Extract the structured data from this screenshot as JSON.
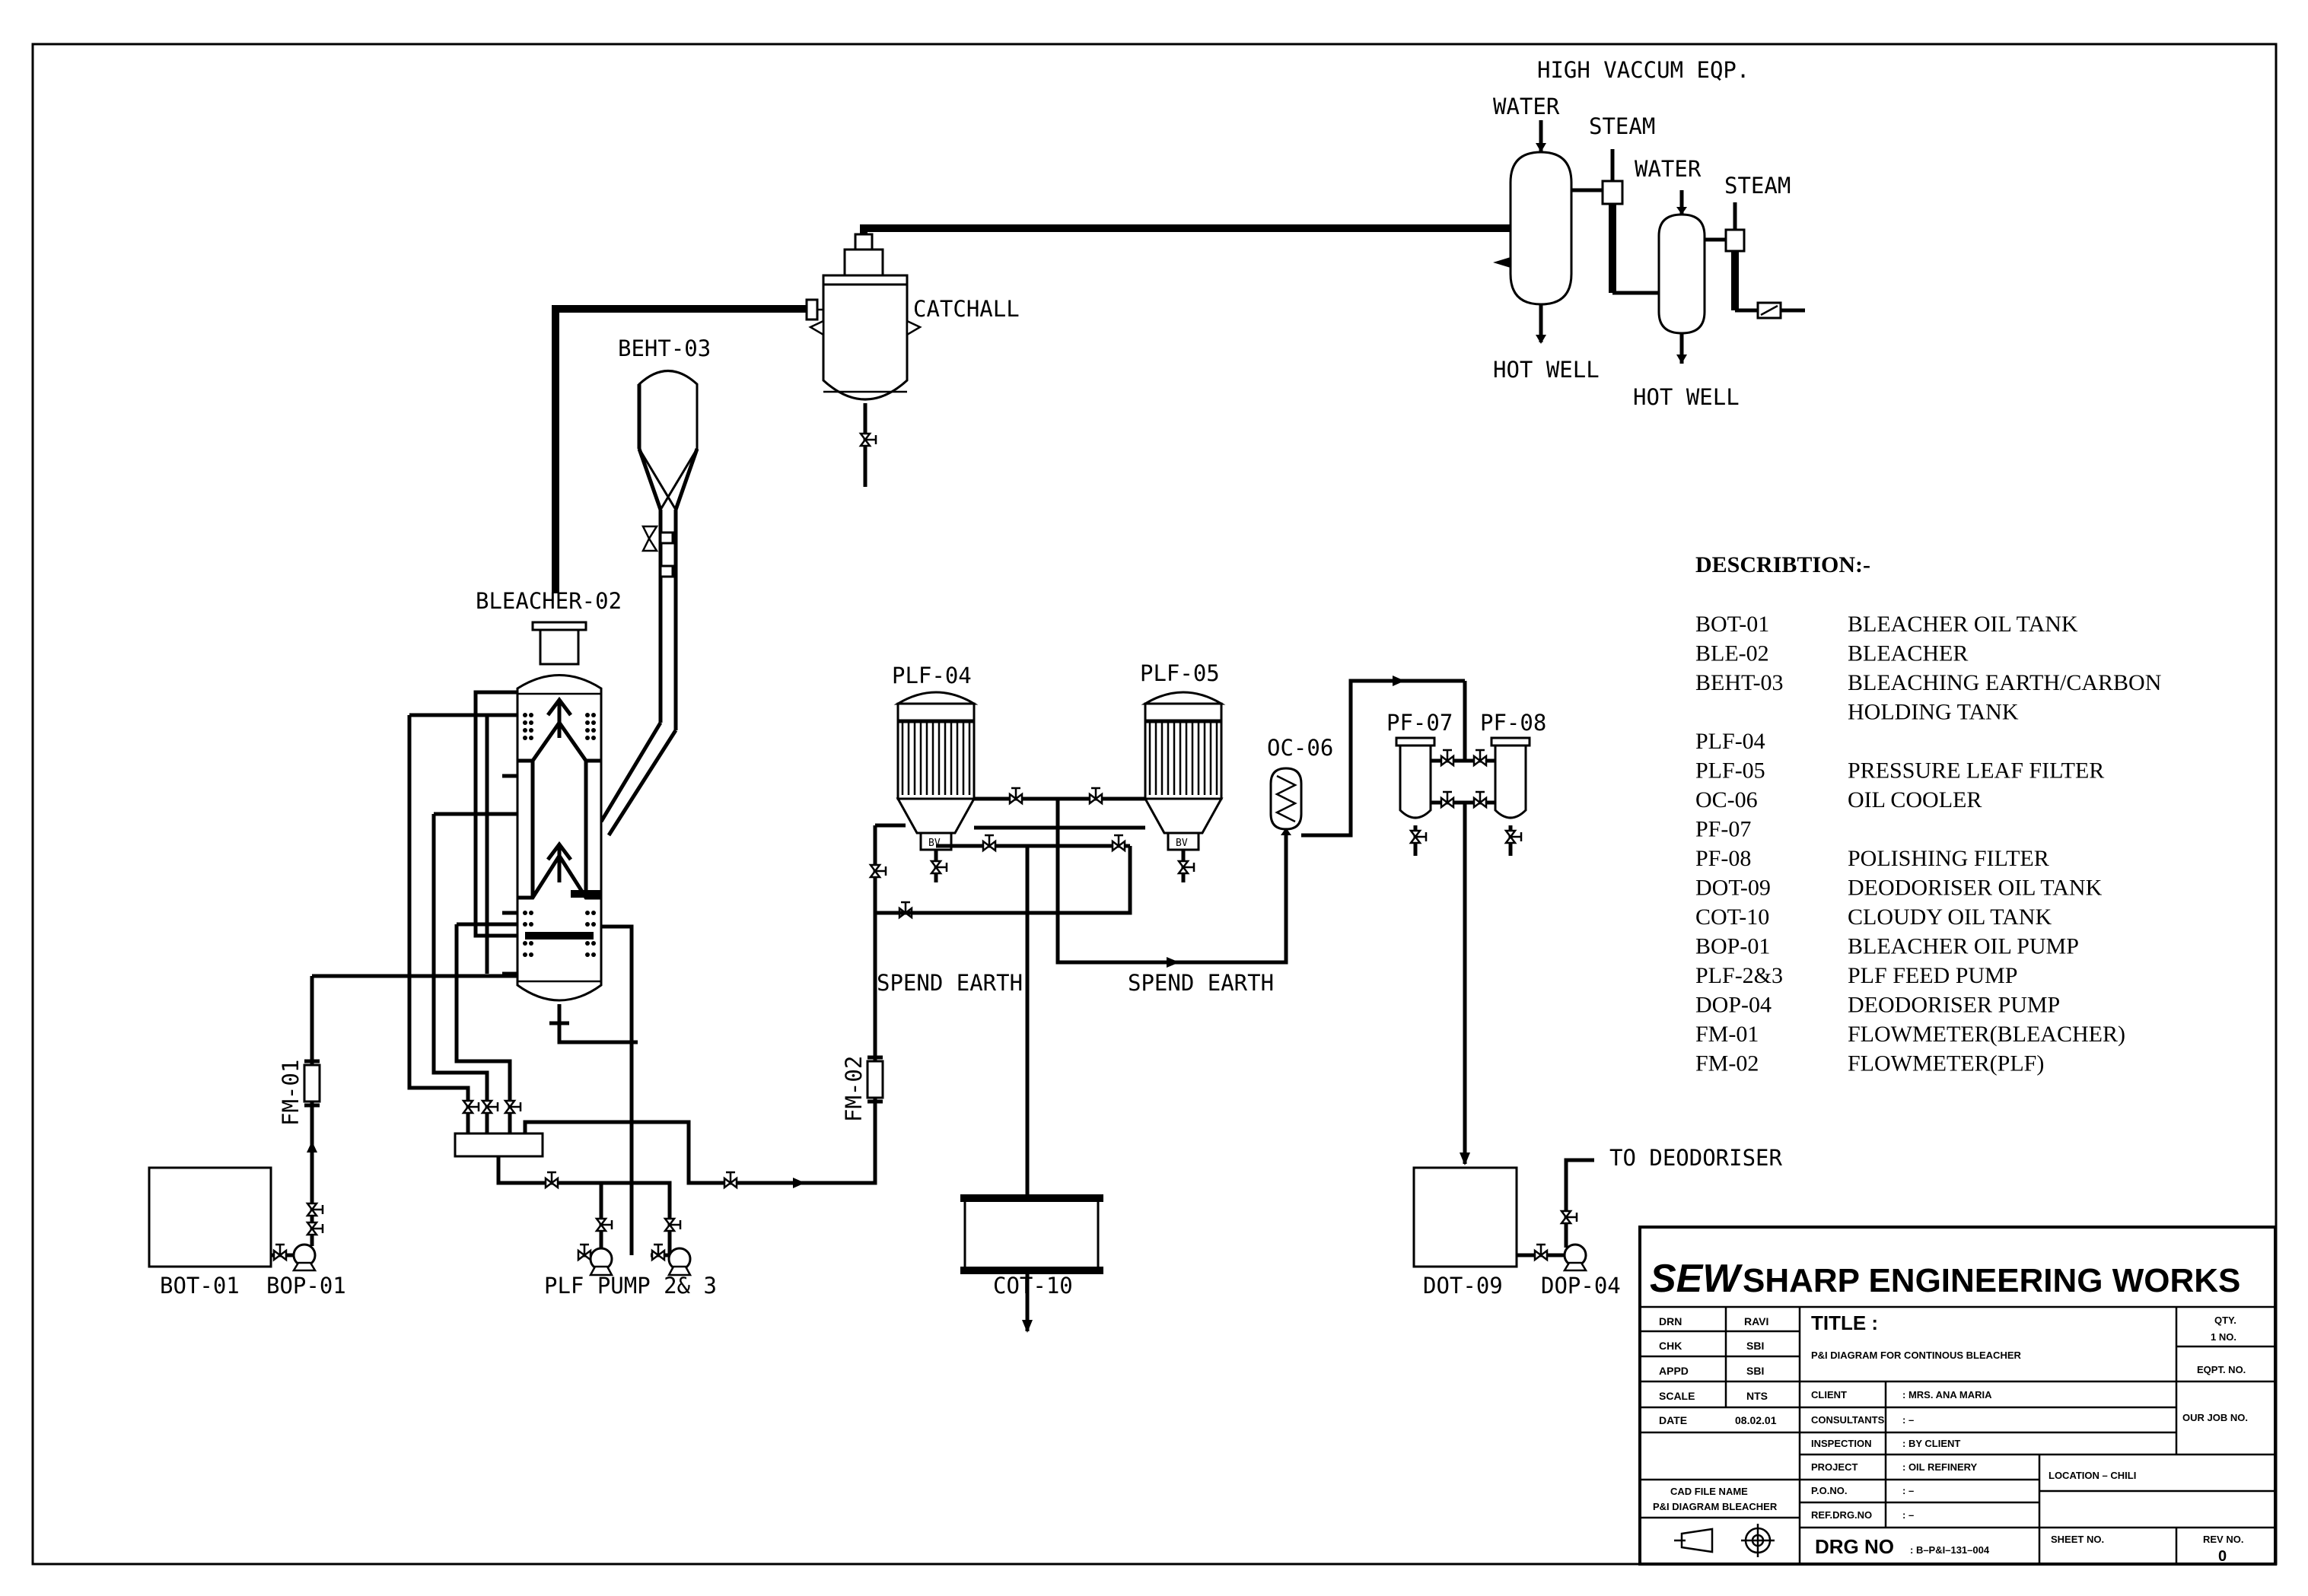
{
  "equipment_labels": {
    "high_vaccum": "HIGH VACCUM EQP.",
    "water_1": "WATER",
    "steam_1": "STEAM",
    "water_2": "WATER",
    "steam_2": "STEAM",
    "hot_well_1": "HOT WELL",
    "hot_well_2": "HOT WELL",
    "catchall": "CATCHALL",
    "beht_03": "BEHT-03",
    "bleacher_02": "BLEACHER-02",
    "plf_04": "PLF-04",
    "plf_05": "PLF-05",
    "oc_06": "OC-06",
    "pf_07": "PF-07",
    "pf_08": "PF-08",
    "spend_earth_1": "SPEND EARTH",
    "spend_earth_2": "SPEND EARTH",
    "fm_01": "FM-01",
    "fm_02": "FM-02",
    "bot_01": "BOT-01",
    "bop_01": "BOP-01",
    "plf_pump": "PLF PUMP 2& 3",
    "cot_10": "COT-10",
    "dot_09": "DOT-09",
    "dop_04": "DOP-04",
    "to_deodoriser": "TO DEODORISER",
    "bv_1": "BV",
    "bv_2": "BV"
  },
  "legend": {
    "heading": "DESCRIBTION:-",
    "rows": [
      {
        "code": "BOT-01",
        "desc": "BLEACHER OIL TANK"
      },
      {
        "code": "BLE-02",
        "desc": "BLEACHER"
      },
      {
        "code": "BEHT-03",
        "desc": "BLEACHING EARTH/CARBON"
      },
      {
        "code": "",
        "desc": "HOLDING TANK"
      },
      {
        "code": "PLF-04",
        "desc": ""
      },
      {
        "code": "PLF-05",
        "desc": "PRESSURE LEAF FILTER"
      },
      {
        "code": "OC-06",
        "desc": "OIL COOLER"
      },
      {
        "code": "PF-07",
        "desc": ""
      },
      {
        "code": "PF-08",
        "desc": "POLISHING FILTER"
      },
      {
        "code": "DOT-09",
        "desc": "DEODORISER OIL TANK"
      },
      {
        "code": "COT-10",
        "desc": "CLOUDY OIL TANK"
      },
      {
        "code": "BOP-01",
        "desc": "BLEACHER OIL PUMP"
      },
      {
        "code": "PLF-2&3",
        "desc": "PLF FEED PUMP"
      },
      {
        "code": "DOP-04",
        "desc": "DEODORISER PUMP"
      },
      {
        "code": "FM-01",
        "desc": "FLOWMETER(BLEACHER)"
      },
      {
        "code": "FM-02",
        "desc": "FLOWMETER(PLF)"
      }
    ]
  },
  "title_block": {
    "logo": "SEW",
    "company": "SHARP ENGINEERING WORKS",
    "drn_label": "DRN",
    "drn_value": "RAVI",
    "chk_label": "CHK",
    "chk_value": "SBI",
    "appd_label": "APPD",
    "appd_value": "SBI",
    "scale_label": "SCALE",
    "scale_value": "NTS",
    "date_label": "DATE",
    "date_value": "08.02.01",
    "cad_file_label": "CAD FILE NAME",
    "cad_file_value": "P&I DIAGRAM BLEACHER",
    "title_label": "TITLE :",
    "title_value": "P&I DIAGRAM FOR CONTINOUS BLEACHER",
    "client_label": "CLIENT",
    "client_value": ": MRS. ANA MARIA",
    "consultants_label": "CONSULTANTS",
    "consultants_value": ": –",
    "inspection_label": "INSPECTION",
    "inspection_value": ": BY CLIENT",
    "project_label": "PROJECT",
    "project_value": ": OIL REFINERY",
    "pono_label": "P.O.NO.",
    "pono_value": ": –",
    "refdrg_label": "REF.DRG.NO",
    "refdrg_value": ": –",
    "location": "LOCATION – CHILI",
    "drg_no_label": "DRG NO",
    "drg_no_value": ": B–P&I–131–004",
    "qty_label": "QTY.",
    "qty_value": "1 NO.",
    "eqpt_label": "EQPT. NO.",
    "job_label": "OUR JOB NO.",
    "sheet_label": "SHEET NO.",
    "rev_label": "REV NO.",
    "rev_value": "0"
  }
}
